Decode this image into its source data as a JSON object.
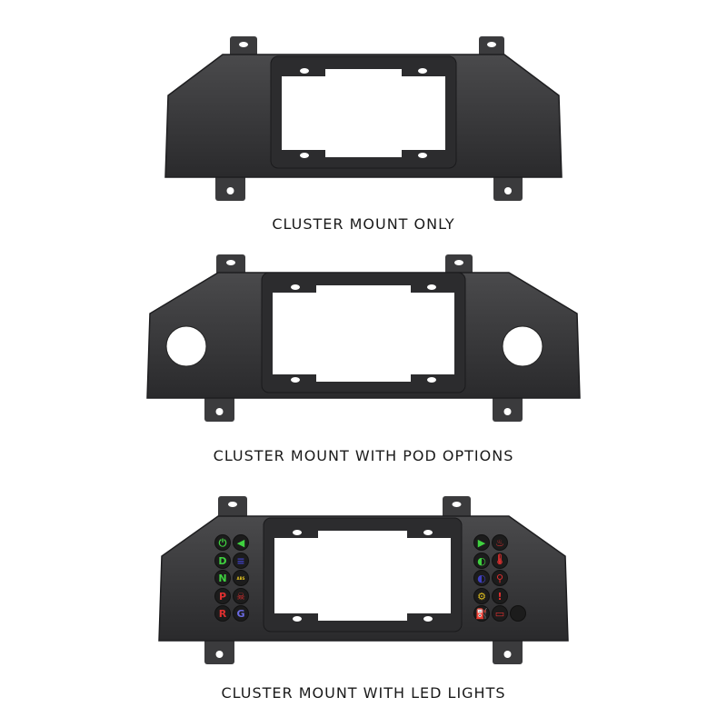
{
  "products": [
    {
      "caption": "CLUSTER MOUNT ONLY",
      "variant": "plain"
    },
    {
      "caption": "CLUSTER MOUNT WITH POD OPTIONS",
      "variant": "pods"
    },
    {
      "caption": "CLUSTER MOUNT WITH LED LIGHTS",
      "variant": "leds"
    }
  ],
  "colors": {
    "panel": "#3b3b3d",
    "panel_dark": "#232325",
    "frame": "#2c2c2e",
    "background": "#ffffff"
  },
  "led_lights": {
    "left": [
      [
        {
          "icon": "power-icon",
          "glyph": "⏻",
          "color": "#3fd13f"
        },
        {
          "icon": "arrow-left-icon",
          "glyph": "◀",
          "color": "#3fd13f"
        }
      ],
      [
        {
          "icon": "drive-icon",
          "glyph": "D",
          "color": "#3fd13f"
        },
        {
          "icon": "high-beam-icon",
          "glyph": "≡",
          "color": "#4040c0"
        }
      ],
      [
        {
          "icon": "neutral-icon",
          "glyph": "N",
          "color": "#3fd13f"
        },
        {
          "icon": "abs-icon",
          "glyph": "ABS",
          "color": "#e0c020"
        }
      ],
      [
        {
          "icon": "park-icon",
          "glyph": "P",
          "color": "#e03030"
        },
        {
          "icon": "skull-icon",
          "glyph": "☠",
          "color": "#e03030"
        }
      ],
      [
        {
          "icon": "reverse-icon",
          "glyph": "R",
          "color": "#e03030"
        },
        {
          "icon": "gear-icon",
          "glyph": "G",
          "color": "#6a6ae0"
        }
      ]
    ],
    "right": [
      [
        {
          "icon": "arrow-right-icon",
          "glyph": "▶",
          "color": "#3fd13f"
        },
        {
          "icon": "oil-icon",
          "glyph": "♨",
          "color": "#e03030"
        }
      ],
      [
        {
          "icon": "low-beam-icon",
          "glyph": "◐",
          "color": "#3fd13f"
        },
        {
          "icon": "temperature-icon",
          "glyph": "🌡",
          "color": "#e03030"
        }
      ],
      [
        {
          "icon": "headlight-icon",
          "glyph": "◐",
          "color": "#4040c0"
        },
        {
          "icon": "seatbelt-icon",
          "glyph": "⚲",
          "color": "#e03030"
        }
      ],
      [
        {
          "icon": "check-engine-icon",
          "glyph": "⚙",
          "color": "#e0c020"
        },
        {
          "icon": "brake-warning-icon",
          "glyph": "!",
          "color": "#e03030"
        }
      ],
      [
        {
          "icon": "fuel-icon",
          "glyph": "⛽",
          "color": "#e0c020"
        },
        {
          "icon": "battery-icon",
          "glyph": "▭",
          "color": "#e03030"
        },
        {
          "icon": "blank-icon",
          "glyph": "",
          "color": "#555555"
        }
      ]
    ]
  }
}
